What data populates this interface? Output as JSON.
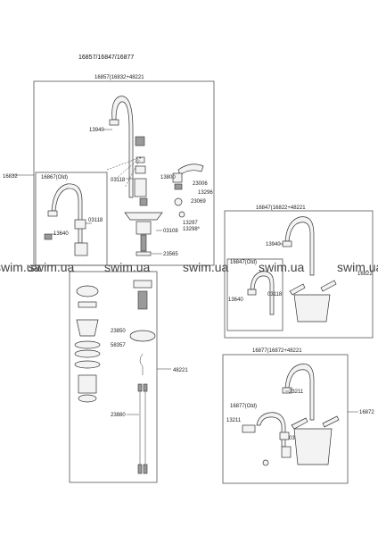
{
  "diagram": {
    "title": "16857/16847/16877",
    "groups": {
      "main": "16857(16832+48221",
      "side_left": "16832",
      "inset_old": "16867(Old)",
      "group_b": "16847(16822+48221",
      "group_b_inset": "16847(Old)",
      "group_b_side": "16822",
      "drain_set": "48221",
      "group_c": "16877(16872+48221",
      "group_c_inset": "16877(Old)",
      "group_c_side": "16872"
    },
    "parts": {
      "p13940a": "13940",
      "p03118a": "03118",
      "p13800": "13800",
      "p23006": "23006",
      "p13296a": "13296",
      "p23069": "23069",
      "p13297": "13297",
      "p13298": "13298*",
      "p03108": "03108",
      "p23565": "23565",
      "p03118b": "03118",
      "p13640a": "13640",
      "p13940b": "13940",
      "p13640b": "13640",
      "p03118c": "03118",
      "p23850": "23850",
      "p58357": "58357",
      "p23880": "23880",
      "p23211a": "23211",
      "p13211": "13211",
      "p03118d": "03118"
    },
    "watermark": "swim.ua"
  }
}
